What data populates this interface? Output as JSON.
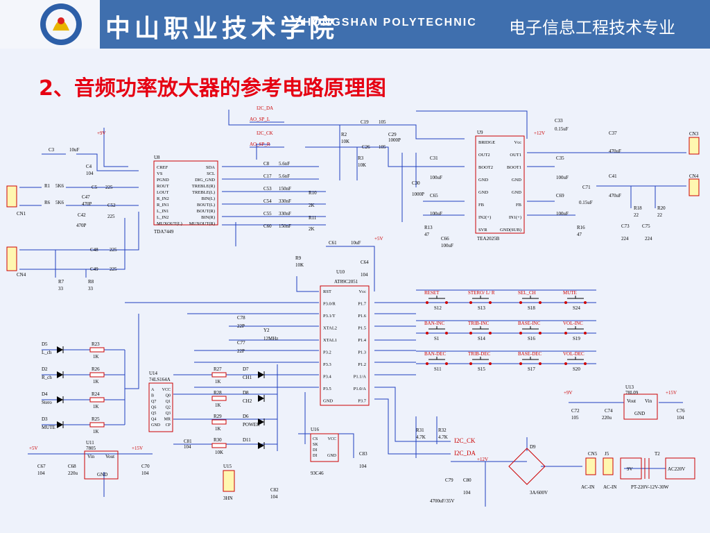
{
  "header": {
    "school_cn": "中山职业技术学院",
    "school_en": "ZHONGSHAN POLYTECHNIC",
    "major": "电子信息工程技术专业"
  },
  "title": "2、音频功率放大器的参考电路原理图",
  "colors": {
    "header_bg": "#3f6fae",
    "title_red": "#e60012",
    "wire_blue": "#1f3fbf",
    "component_red": "#cc0000"
  },
  "schematic": {
    "nets": {
      "i2c_da_top": "I2C_DA",
      "ao_sp_l": "AO_SP_L",
      "i2c_ck_top": "I2C_CK",
      "ao_sp_r": "AO_SP_R",
      "i2c_ck": "I2C_CK",
      "i2c_da": "I2C_DA",
      "p9v": "+9V",
      "p12v": "+12V",
      "p5v": "+5V",
      "p15v": "+15V"
    },
    "u8": {
      "ref": "U8",
      "part": "TDA7449",
      "left_pins": [
        "CREF",
        "VS",
        "PGND",
        "ROUT",
        "LOUT",
        "R_IN2",
        "R_IN1",
        "L_IN1",
        "L_IN2",
        "MUXOUT(L)"
      ],
      "right_pins": [
        "SDA",
        "SCL",
        "DIG_GND",
        "TREBLE(R)",
        "TREBLE(L)",
        "BIN(L)",
        "BOUT(L)",
        "BOUT(R)",
        "BIN(R)",
        "MUXOUT(R)"
      ]
    },
    "u9": {
      "ref": "U9",
      "part": "TEA2025B",
      "left_pins": [
        "BRIDGE",
        "OUT2",
        "BOOT2",
        "GND",
        "GND",
        "FB",
        "IN2(+)",
        "SVR"
      ],
      "right_pins": [
        "Vcc",
        "OUT1",
        "BOOT1",
        "GND",
        "GND",
        "FB",
        "IN1(+)",
        "GND(SUB)"
      ]
    },
    "u10": {
      "ref": "U10",
      "part": "AT89C2051",
      "left_pins": [
        "RST",
        "P3.0/R",
        "P3.1/T",
        "XTAL2",
        "XTAL1",
        "P3.2",
        "P3.3",
        "P3.4",
        "P3.5",
        "GND"
      ],
      "right_pins": [
        "Vcc",
        "P1.7",
        "P1.6",
        "P1.5",
        "P1.4",
        "P1.3",
        "P1.2",
        "P1.1/A",
        "P1.0/A",
        "P3.7"
      ]
    },
    "u14": {
      "ref": "U14",
      "part": "74LS164A",
      "left_pins": [
        "A",
        "B",
        "Q7",
        "Q6",
        "Q5",
        "Q4",
        "GND"
      ],
      "right_pins": [
        "VCC",
        "Q0",
        "Q1",
        "Q2",
        "Q3",
        "MR",
        "CP"
      ]
    },
    "u16": {
      "ref": "U16",
      "part": "93C46",
      "left_pins": [
        "CS",
        "SK",
        "DI",
        "DI"
      ],
      "right_pins": [
        "VCC",
        "",
        "",
        "GND"
      ]
    },
    "u11": {
      "ref": "U11",
      "part": "7805",
      "vin": "Vin",
      "vout": "Vout",
      "gnd": "GND"
    },
    "u13": {
      "ref": "U13",
      "part": "78L09",
      "vin": "Vin",
      "vout": "Vout",
      "gnd": "GND"
    },
    "switches": [
      {
        "label": "RESET",
        "ref": "S12"
      },
      {
        "label": "STERO/ L/ R",
        "ref": "S13"
      },
      {
        "label": "SEL_CH",
        "ref": "S18"
      },
      {
        "label": "MUTE",
        "ref": "S24"
      },
      {
        "label": "BAN-INC",
        "ref": "S1"
      },
      {
        "label": "TRIB-INC",
        "ref": "S14"
      },
      {
        "label": "BASE-INC",
        "ref": "S16"
      },
      {
        "label": "VOL-INC",
        "ref": "S19"
      },
      {
        "label": "BAN-DEC",
        "ref": "S11"
      },
      {
        "label": "TRIB-DEC",
        "ref": "S15"
      },
      {
        "label": "BASE-DEC",
        "ref": "S17"
      },
      {
        "label": "VOL-DEC",
        "ref": "S20"
      }
    ],
    "leds_left": [
      {
        "ref": "D5",
        "label": "L_ch",
        "r": "R23",
        "rv": "1K"
      },
      {
        "ref": "D2",
        "label": "R_ch",
        "r": "R26",
        "rv": "1K"
      },
      {
        "ref": "D4",
        "label": "Stero",
        "r": "R24",
        "rv": "1K"
      },
      {
        "ref": "D3",
        "label": "MUTE",
        "r": "R25",
        "rv": "1K"
      }
    ],
    "leds_mid": [
      {
        "ref": "D7",
        "label": "CH1",
        "r": "R27",
        "rv": "1K"
      },
      {
        "ref": "D8",
        "label": "CH2",
        "r": "R28",
        "rv": "1K"
      },
      {
        "ref": "D6",
        "label": "POWER",
        "r": "R29",
        "rv": "1K"
      },
      {
        "ref": "D11",
        "label": "",
        "r": "R30",
        "rv": "10K"
      }
    ],
    "parts": {
      "C3": "C3",
      "C3v": "10uF",
      "C4": "C4",
      "C4v": "104",
      "R1": "R1",
      "R1v": "5K6",
      "C5": "C5",
      "C5v": "225",
      "C47": "C47",
      "C47v": "470P",
      "R6": "R6",
      "R6v": "5K6",
      "C52": "C52",
      "C52v": "225",
      "C42": "C42",
      "C42v": "470P",
      "C48": "C48",
      "C48v": "225",
      "C49": "C49",
      "C49v": "225",
      "R7": "R7",
      "R7v": "33",
      "R8": "R8",
      "R8v": "33",
      "CN1": "CN1",
      "CN4": "CN4",
      "CN3": "CN3",
      "CN4r": "CN4",
      "CN5": "CN5",
      "J5": "J5",
      "C8": "C8",
      "C8v": "5.6nF",
      "C17": "C17",
      "C17v": "5.6nF",
      "C53": "C53",
      "C53v": "150nF",
      "C54": "C54",
      "C54v": "330nF",
      "C55": "C55",
      "C55v": "330nF",
      "C60": "C60",
      "C60v": "150nF",
      "R10": "R10",
      "R10v": "2K",
      "R11": "R11",
      "R11v": "2K",
      "C19": "C19",
      "C19v": "105",
      "R2": "R2",
      "R2v": "10K",
      "C26": "C26",
      "C26v": "105",
      "R3": "R3",
      "R3v": "10K",
      "C29": "C29",
      "C29v": "1000P",
      "C30": "C30",
      "C30v": "1000P",
      "C31": "C31",
      "C31v": "100uF",
      "C65": "C65",
      "C65v": "100uF",
      "R13": "R13",
      "R13v": "47",
      "C66": "C66",
      "C66v": "100uF",
      "C33": "C33",
      "C33v": "0.15uF",
      "C35": "C35",
      "C35v": "100uF",
      "C69": "C69",
      "C69v": "100uF",
      "R16": "R16",
      "R16v": "47",
      "C37": "C37",
      "C37v": "470uF",
      "C41": "C41",
      "C41v": "470uF",
      "C71": "C71",
      "C71v": "0.15uF",
      "R18": "R18",
      "R18v": "22",
      "R20": "R20",
      "R20v": "22",
      "C73": "C73",
      "C73v": "224",
      "C75": "C75",
      "C75v": "224",
      "C61": "C61",
      "C61v": "10uF",
      "C64": "C64",
      "C64v": "104",
      "R9": "R9",
      "R9v": "10K",
      "C78": "C78",
      "C78v": "22P",
      "Y2": "Y2",
      "Y2v": "12MHz",
      "C77": "C77",
      "C77v": "22P",
      "C81": "C81",
      "C81v": "104",
      "R31": "R31",
      "R31v": "4.7K",
      "R32": "R32",
      "R32v": "4.7K",
      "C83": "C83",
      "C83v": "104",
      "C67": "C67",
      "C67v": "104",
      "C68": "C68",
      "C68v": "220u",
      "C70": "C70",
      "C70v": "104",
      "U15": "U15",
      "U15v": "3HN",
      "C82": "C82",
      "C82v": "104",
      "C72": "C72",
      "C72v": "105",
      "C74": "C74",
      "C74v": "220u",
      "C76": "C76",
      "C76v": "104",
      "D9": "D9",
      "D9v": "3A/600V",
      "C79": "C79",
      "C79v": "4700uF/35V",
      "C80": "C80",
      "C80v": "104",
      "T2": "T2",
      "T2v": "PT-220V-12V-30W",
      "ac_in": "AC-IN",
      "ac_in2": "AC-IN",
      "v9": "9V",
      "ac220": "AC220V"
    }
  }
}
